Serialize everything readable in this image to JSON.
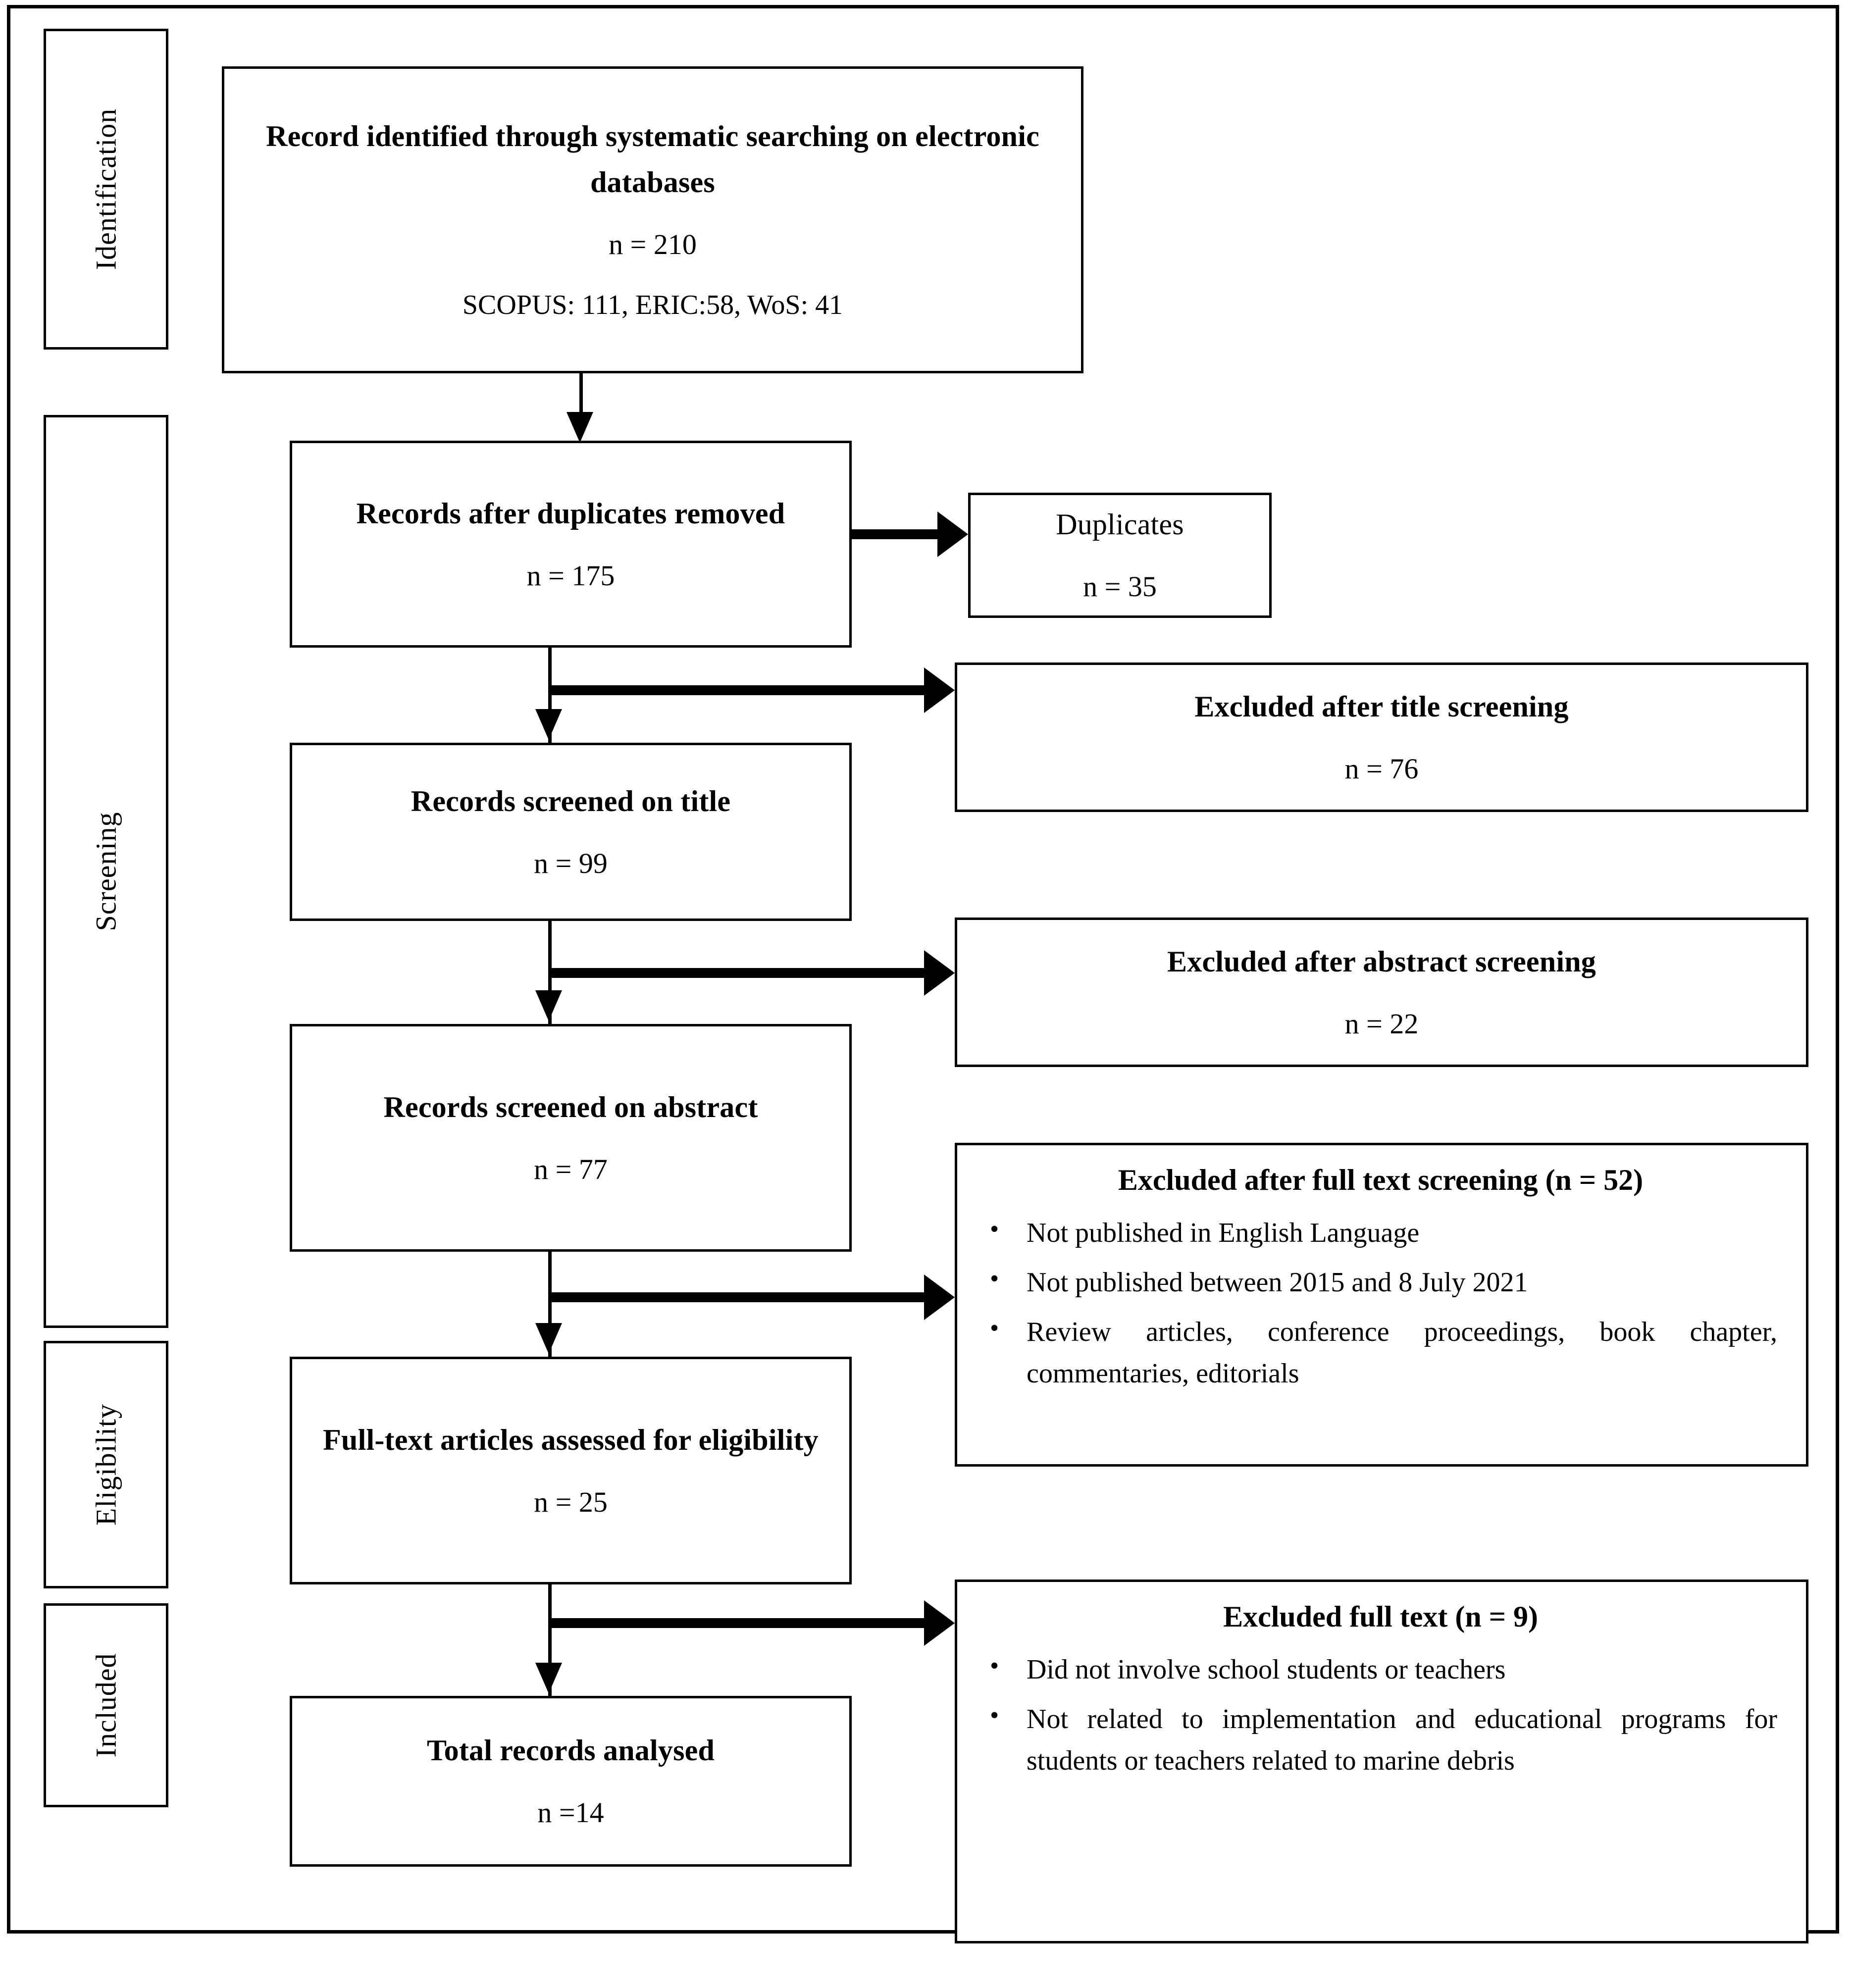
{
  "diagram": {
    "type": "prisma-flow-diagram",
    "stages": [
      {
        "id": "identification",
        "label": "Identification"
      },
      {
        "id": "screening",
        "label": "Screening"
      },
      {
        "id": "eligibility",
        "label": "Eligibility"
      },
      {
        "id": "included",
        "label": "Included"
      }
    ],
    "nodes": {
      "identified": {
        "title": "Record identified through systematic searching on electronic databases",
        "count": "n = 210",
        "sub": "SCOPUS: 111, ERIC:58, WoS: 41"
      },
      "after_duplicates": {
        "title": "Records after duplicates removed",
        "count": "n = 175"
      },
      "duplicates": {
        "title": "Duplicates",
        "count": "n = 35"
      },
      "excluded_title": {
        "title": "Excluded after title screening",
        "count": "n = 76"
      },
      "screened_title": {
        "title": "Records screened on title",
        "count": "n = 99"
      },
      "excluded_abstract": {
        "title": "Excluded after abstract screening",
        "count": "n = 22"
      },
      "screened_abstract": {
        "title": "Records screened on abstract",
        "count": "n = 77"
      },
      "excluded_fulltext_screening": {
        "title": "Excluded after full text screening (n = 52)",
        "items": [
          "Not published in English Language",
          "Not published between   2015 and 8 July 2021",
          "Review articles, conference proceedings, book chapter, commentaries, editorials"
        ]
      },
      "fulltext_assessed": {
        "title": "Full-text articles assessed for eligibility",
        "count": "n = 25"
      },
      "excluded_fulltext": {
        "title": "Excluded full text (n = 9)",
        "items": [
          "Did not involve school students or teachers",
          "Not related to implementation and edu­cational programs for students or teach­ers related to marine debris"
        ]
      },
      "total_analysed": {
        "title": "Total records analysed",
        "count": "n =14"
      }
    },
    "colors": {
      "line": "#000000",
      "background": "#ffffff",
      "text": "#000000"
    }
  }
}
